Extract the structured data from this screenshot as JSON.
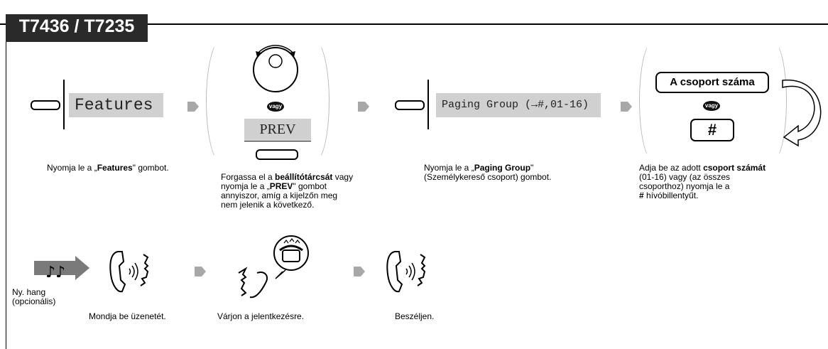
{
  "title": "T7436 / T7235",
  "steps": {
    "features": {
      "lcd": "Features",
      "caption_pre": "Nyomja le a „",
      "caption_bold": "Features",
      "caption_post": "\" gombot."
    },
    "dial": {
      "vagy": "vagy",
      "lcd": "PREV",
      "caption_l1_pre": "Forgassa el a ",
      "caption_l1_bold": "beállítótárcsát",
      "caption_l1_post": " vagy",
      "caption_l2_pre": "nyomja le a „",
      "caption_l2_bold": "PREV",
      "caption_l2_post": "\" gombot",
      "caption_l3": "annyiszor, amíg a kijelzőn meg",
      "caption_l4": "nem jelenik a következő."
    },
    "paging": {
      "lcd": "Paging Group (→#,01-16)",
      "caption_l1_pre": "Nyomja le a „",
      "caption_l1_bold": "Paging Group",
      "caption_l1_post": "\"",
      "caption_l2": "(Személykereső csoport) gombot."
    },
    "group": {
      "button": "A csoport száma",
      "vagy": "vagy",
      "hash": "#",
      "caption_l1_pre": "Adja be az adott ",
      "caption_l1_bold": "csoport számát",
      "caption_l2": "(01-16) vagy (az összes",
      "caption_l3": "csoporthoz) nyomja le a",
      "caption_l4_bold": "#",
      "caption_l4_post": " hívóbillentyűt."
    }
  },
  "row2": {
    "tone_l1": "Ny. hang",
    "tone_l2": "(opcionális)",
    "speak_msg": "Mondja be üzenetét.",
    "wait": "Várjon a jelentkezésre.",
    "talk": "Beszéljen."
  }
}
